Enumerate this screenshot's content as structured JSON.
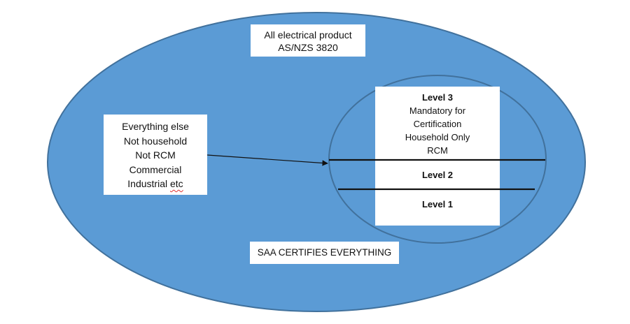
{
  "colors": {
    "ellipse_fill": "#5b9bd5",
    "ellipse_stroke": "#41719c",
    "box_fill": "#ffffff",
    "line_color": "#111111"
  },
  "outer_label": {
    "line1": "All electrical product",
    "line2": "AS/NZS 3820"
  },
  "left_label": {
    "line1": "Everything else",
    "line2": "Not household",
    "line3": "Not RCM",
    "line4": "Commercial",
    "line5_main": "Industrial",
    "line5_flagged": "etc"
  },
  "footer_label": "SAA CERTIFIES EVERYTHING",
  "levels": {
    "level3_title": "Level 3",
    "level3_line1": "Mandatory for",
    "level3_line2": "Certification",
    "level3_line3": "Household Only",
    "level3_line4": "RCM",
    "level2_title": "Level 2",
    "level1_title": "Level 1"
  }
}
